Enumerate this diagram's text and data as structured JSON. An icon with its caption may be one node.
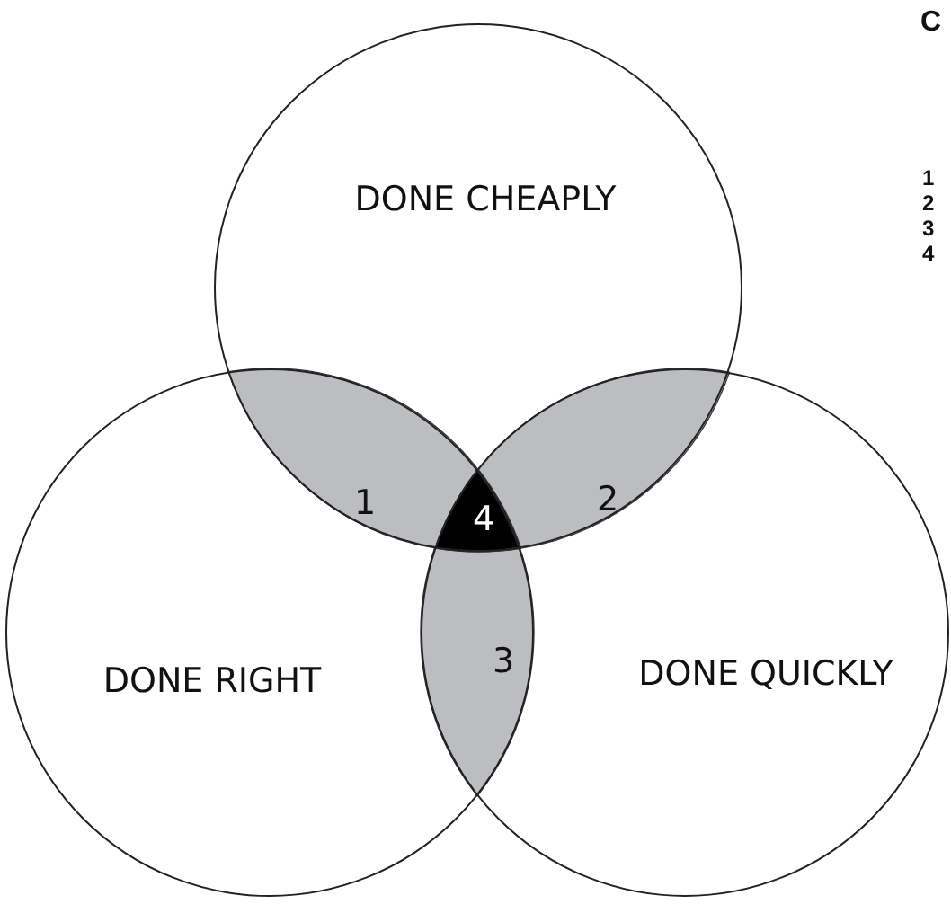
{
  "diagram": {
    "nodes": [
      {
        "text": [
          "DONE CHEAPLY"
        ]
      },
      {
        "text": [
          "DONE RIGHT"
        ]
      },
      {
        "text": [
          "DONE QUICKLY"
        ]
      },
      {
        "text": [
          "1"
        ]
      },
      {
        "text": [
          "2"
        ]
      },
      {
        "text": [
          "3"
        ]
      },
      {
        "text": [
          "4"
        ]
      }
    ],
    "labels": [
      "C",
      "1",
      "2",
      "3",
      "4"
    ]
  }
}
